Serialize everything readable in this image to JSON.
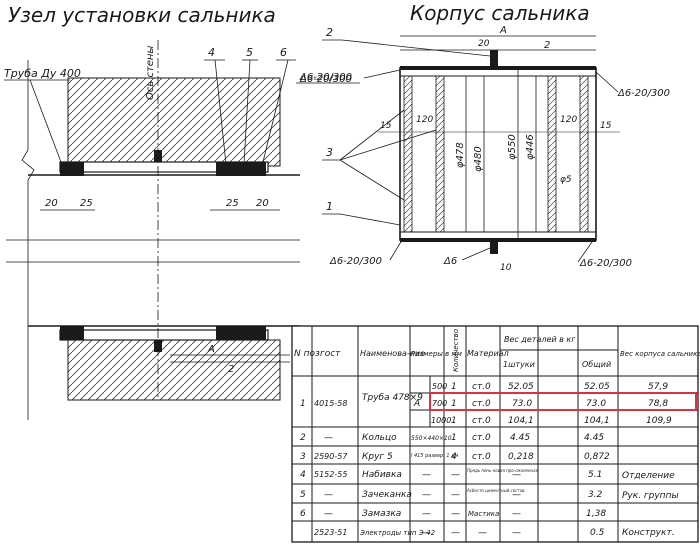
{
  "titles": {
    "assembly": "Узел установки сальника",
    "body": "Корпус сальника"
  },
  "assembly_view": {
    "pipe_label": "Труба Ду 400",
    "wall_axis": "Ось стены",
    "leaders": [
      "4",
      "5",
      "6"
    ],
    "weld_mark": "Δ6-20/300",
    "dims_left": [
      "20",
      "25"
    ],
    "dims_right": [
      "25",
      "20"
    ],
    "section_labels": [
      "A",
      "2"
    ]
  },
  "body_view": {
    "leaders": [
      "2",
      "3",
      "1"
    ],
    "dim_top_A": "A",
    "dim_top_2": "2",
    "dim_top_20": "20",
    "weld_top_left": "Δ6-20/300",
    "weld_top_right": "Δ6-20/300",
    "weld_bottom_left": "Δ6-20/300",
    "weld_bottom_right": "Δ6-20/300",
    "weld_bottom_mid": "Δ6",
    "dims_left": [
      "15",
      "120"
    ],
    "dims_right": [
      "120",
      "15"
    ],
    "diameters": [
      "φ478",
      "φ480",
      "φ550",
      "φ446"
    ],
    "phi5": "φ5",
    "dim_bottom_10": "10"
  },
  "table": {
    "headers": {
      "pos": "N поз",
      "gost": "гост",
      "name": "Наименова-ние",
      "size": "Размеры в мм",
      "qty": "Количество",
      "material": "Материал",
      "weight_group": "Вес деталей в кг",
      "weight_unit": "1штуки",
      "weight_total": "Общий",
      "body_weight": "Вес корпуса сальника в кг"
    },
    "pipe_row": {
      "pos": "1",
      "gost": "4015-58",
      "name": "Труба 478×9",
      "size_letter": "A",
      "variants": [
        {
          "a": "500",
          "qty": "1",
          "material": "ст.0",
          "unit": "52.05",
          "total": "52.05",
          "body": "57,9"
        },
        {
          "a": "700",
          "qty": "1",
          "material": "ст.0",
          "unit": "73.0",
          "total": "73.0",
          "body": "78,8"
        },
        {
          "a": "1000",
          "qty": "1",
          "material": "ст.0",
          "unit": "104,1",
          "total": "104,1",
          "body": "109,9"
        }
      ]
    },
    "rows": [
      {
        "pos": "2",
        "gost": "—",
        "name": "Кольцо",
        "size": "550×440×10",
        "qty": "1",
        "material": "ст.0",
        "unit": "4.45",
        "total": "4.45"
      },
      {
        "pos": "3",
        "gost": "2590-57",
        "name": "Круг 5",
        "size": "l 415 развер. 1 дм",
        "qty": "4",
        "material": "ст.0",
        "unit": "0,218",
        "total": "0,872"
      },
      {
        "pos": "4",
        "gost": "5152-55",
        "name": "Набивка",
        "size": "—",
        "qty": "—",
        "material": "Прядь пень-ковая про-смоленная",
        "unit": "—",
        "total": "5.1"
      },
      {
        "pos": "5",
        "gost": "—",
        "name": "Зачеканка",
        "size": "—",
        "qty": "—",
        "material": "Асбесто-цементный состав",
        "unit": "—",
        "total": "3.2"
      },
      {
        "pos": "6",
        "gost": "—",
        "name": "Замазка",
        "size": "—",
        "qty": "—",
        "material": "Мастика",
        "unit": "—",
        "total": "1,38"
      },
      {
        "pos": "",
        "gost": "2523-51",
        "name": "Электроды тип Э-42",
        "size": "—",
        "qty": "—",
        "material": "—",
        "unit": "—",
        "total": "0.5"
      }
    ],
    "signatures": [
      "Отделение",
      "Рук. группы",
      "Конструкт."
    ]
  },
  "highlight_color": "#d8343f"
}
